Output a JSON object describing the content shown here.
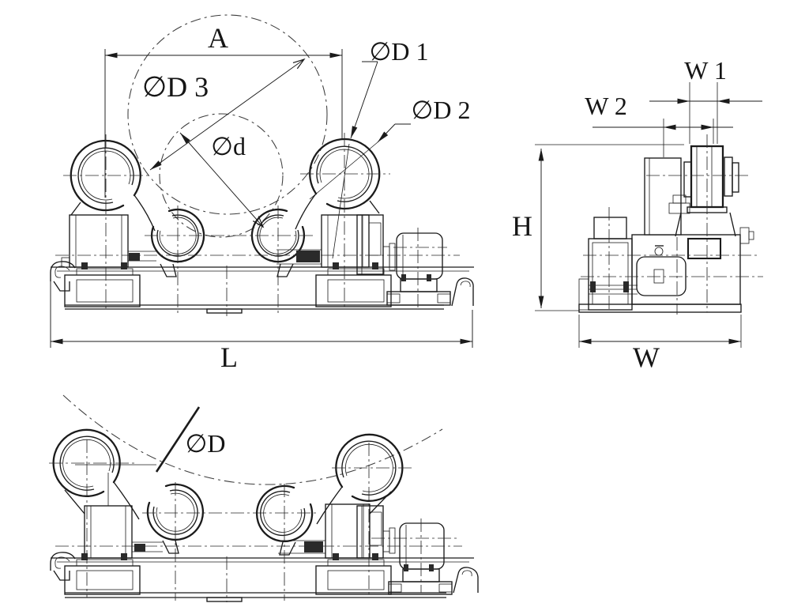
{
  "drawing": {
    "background": "#ffffff",
    "line_color": "#1b1b1b"
  },
  "views": {
    "front": {
      "labels": {
        "A": "A",
        "D3": "∅D 3",
        "d": "∅d",
        "D1": "∅D 1",
        "D2": "∅D 2",
        "L": "L"
      }
    },
    "side": {
      "labels": {
        "H": "H",
        "W1": "W 1",
        "W2": "W 2",
        "W": "W"
      }
    },
    "bottom": {
      "labels": {
        "D": "∅D"
      }
    }
  }
}
